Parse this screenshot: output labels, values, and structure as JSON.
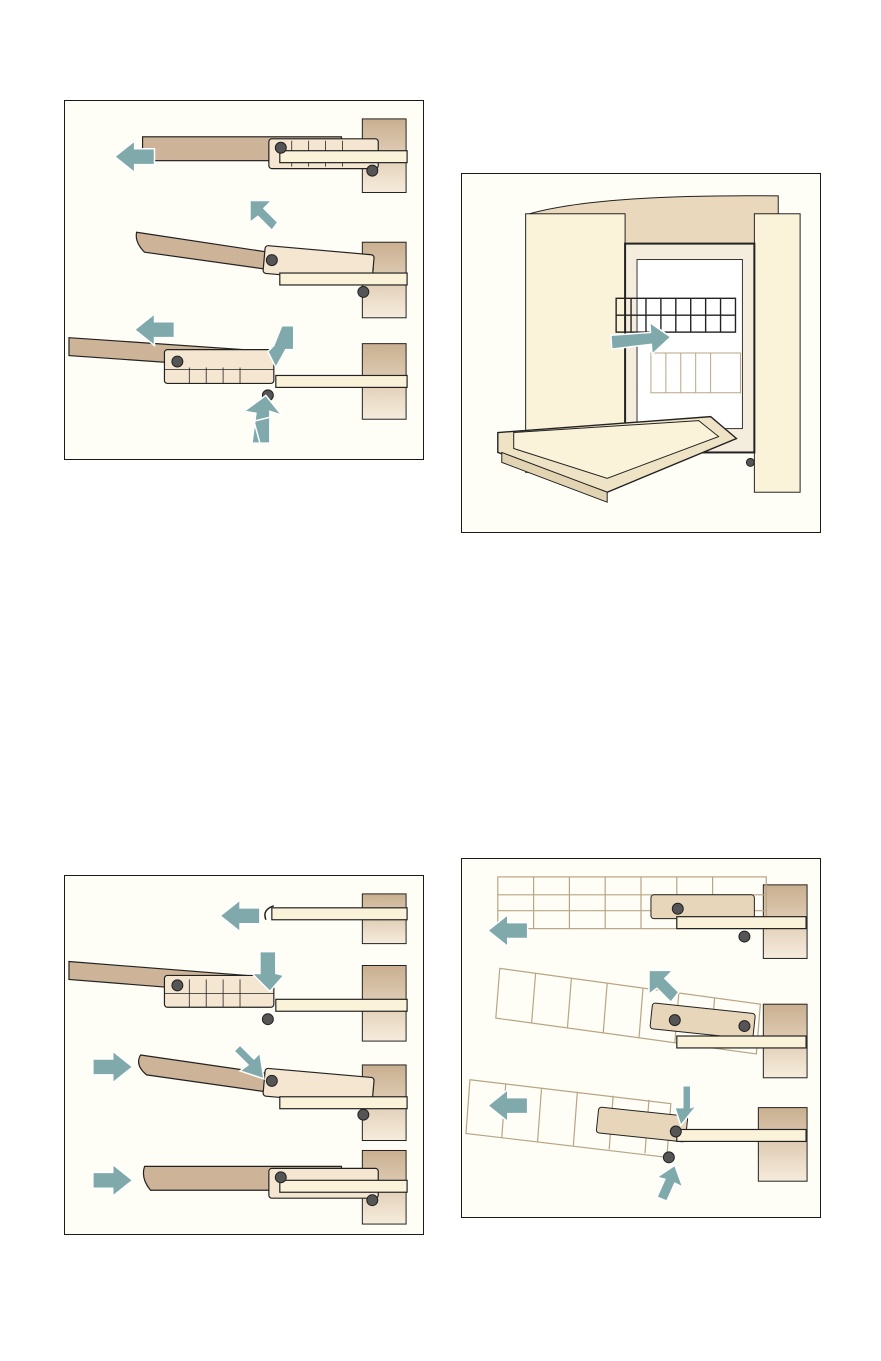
{
  "page": {
    "illustrations": [
      {
        "id": "rail-removal-steps",
        "steps": 3
      },
      {
        "id": "dishwasher-open-rack-pull",
        "steps": 1
      },
      {
        "id": "rail-insertion-steps",
        "steps": 4
      },
      {
        "id": "basket-removal-steps",
        "steps": 3
      }
    ]
  },
  "colors": {
    "arrow": "#7fa9ab",
    "rail_tan": "#cdb498",
    "bracket": "#f4e6d0",
    "cream": "#fbf3d9",
    "wall": "#d8c3a5",
    "outline": "#1a1a1a",
    "panel_bg": "#fefdf6"
  }
}
